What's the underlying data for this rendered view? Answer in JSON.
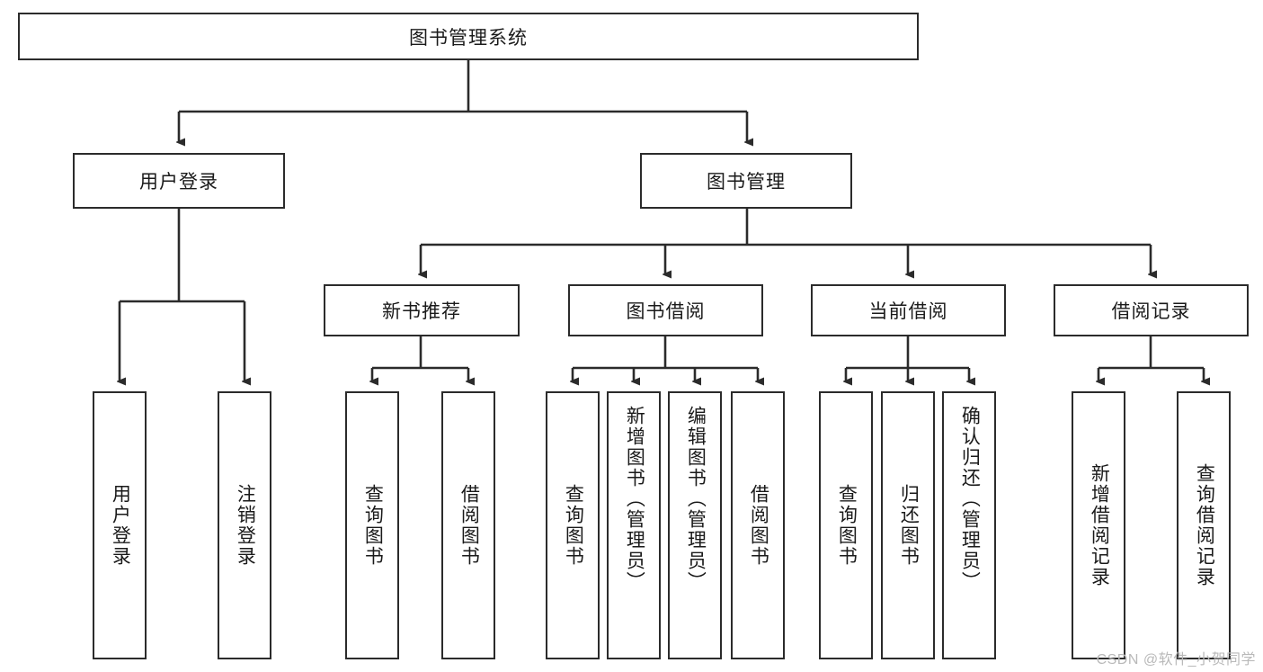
{
  "diagram": {
    "title": "图书管理系统",
    "type": "tree",
    "orientation": "top-down",
    "colors": {
      "border": "#2b2b2b",
      "background": "#ffffff",
      "text": "#1a1a1a",
      "connector": "#2b2b2b",
      "watermark": "#b9b9b9"
    },
    "root": {
      "label": "图书管理系统"
    },
    "level2": [
      {
        "label": "用户登录"
      },
      {
        "label": "图书管理"
      }
    ],
    "level3": [
      {
        "label": "新书推荐"
      },
      {
        "label": "图书借阅"
      },
      {
        "label": "当前借阅"
      },
      {
        "label": "借阅记录"
      }
    ],
    "leaves": {
      "user_login": [
        {
          "label": "用户登录"
        },
        {
          "label": "注销登录"
        }
      ],
      "new_book_recommend": [
        {
          "label": "查询图书"
        },
        {
          "label": "借阅图书"
        }
      ],
      "book_borrow": [
        {
          "label": "查询图书"
        },
        {
          "label": "新增图书（管理员）"
        },
        {
          "label": "编辑图书（管理员）"
        },
        {
          "label": "借阅图书"
        }
      ],
      "current_borrow": [
        {
          "label": "查询图书"
        },
        {
          "label": "归还图书"
        },
        {
          "label": "确认归还（管理员）"
        }
      ],
      "borrow_record": [
        {
          "label": "新增借阅记录"
        },
        {
          "label": "查询借阅记录"
        }
      ]
    }
  },
  "watermark": {
    "text": "CSDN @软件_小贺同学"
  }
}
